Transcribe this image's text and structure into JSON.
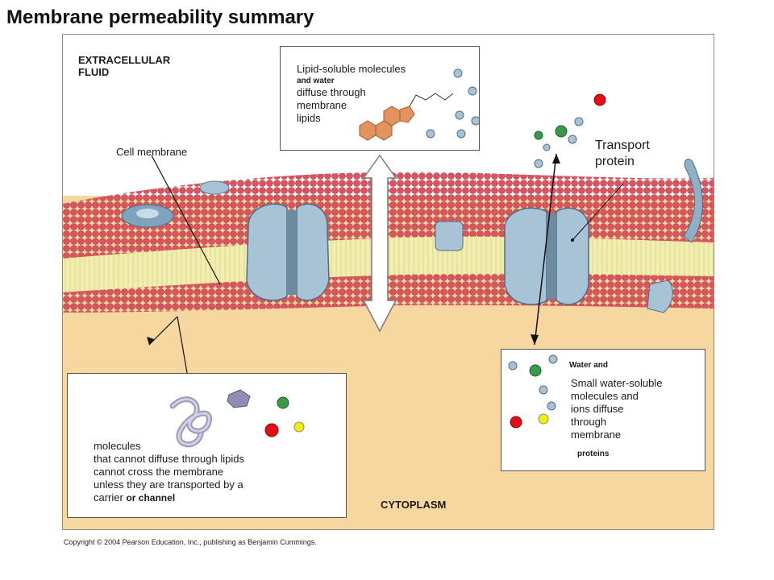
{
  "title": "Membrane permeability summary",
  "labels": {
    "extracellular_line1": "EXTRACELLULAR",
    "extracellular_line2": "FLUID",
    "cytoplasm": "CYTOPLASM",
    "cell_membrane": "Cell membrane",
    "transport_line1": "Transport",
    "transport_line2": "protein"
  },
  "top_box": {
    "line1": "Lipid-soluble molecules",
    "line2": "and water",
    "line3": "diffuse through",
    "line4": "membrane",
    "line5": "lipids"
  },
  "right_box": {
    "line0": "Water and",
    "line1": "Small water-soluble",
    "line2": "molecules and",
    "line3": "ions diffuse",
    "line4": "through",
    "line5": "membrane",
    "line6": "proteins"
  },
  "left_box": {
    "line1": "molecules",
    "line2": "that cannot diffuse through lipids",
    "line3": "cannot cross the membrane",
    "line4": "unless they are transported by a",
    "line5": "carrier",
    "line5b": "or channel"
  },
  "copyright": "Copyright © 2004 Pearson Education, Inc., publishing as Benjamin Cummings.",
  "colors": {
    "background_fluid": "#f6d7a0",
    "phospholipid_head": "#d9545e",
    "lipid_tail": "#f2eeb0",
    "protein": "#a8c3d6",
    "ion_red": "#e0101a",
    "ion_yellow": "#f0f000",
    "molecule_green": "#3a9a4a",
    "steroid": "#e3935e"
  }
}
